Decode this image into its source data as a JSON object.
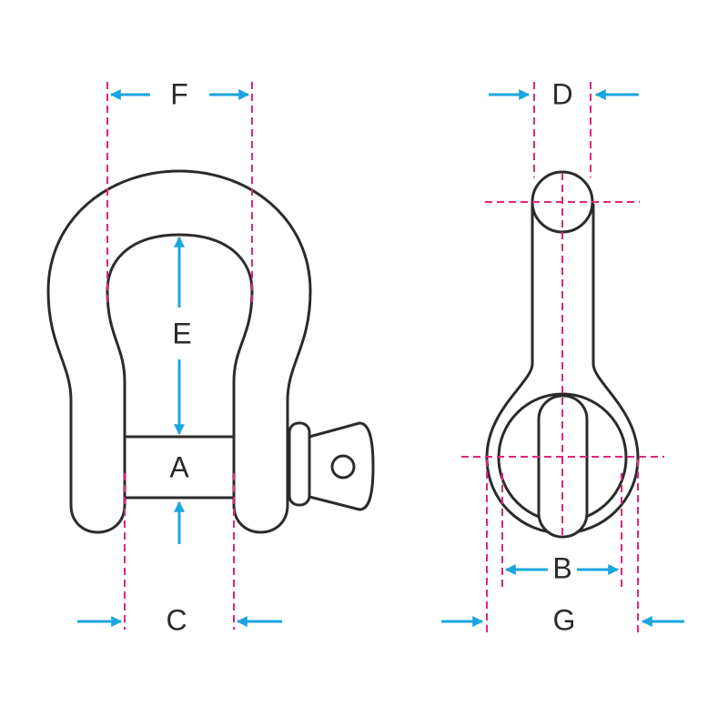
{
  "labels": {
    "F": "F",
    "D": "D",
    "E": "E",
    "A": "A",
    "B": "B",
    "C": "C",
    "G": "G"
  },
  "colors": {
    "outline": "#2b2b2b",
    "dimension_lines": "#e0257f",
    "arrows": "#1ba5e0"
  }
}
